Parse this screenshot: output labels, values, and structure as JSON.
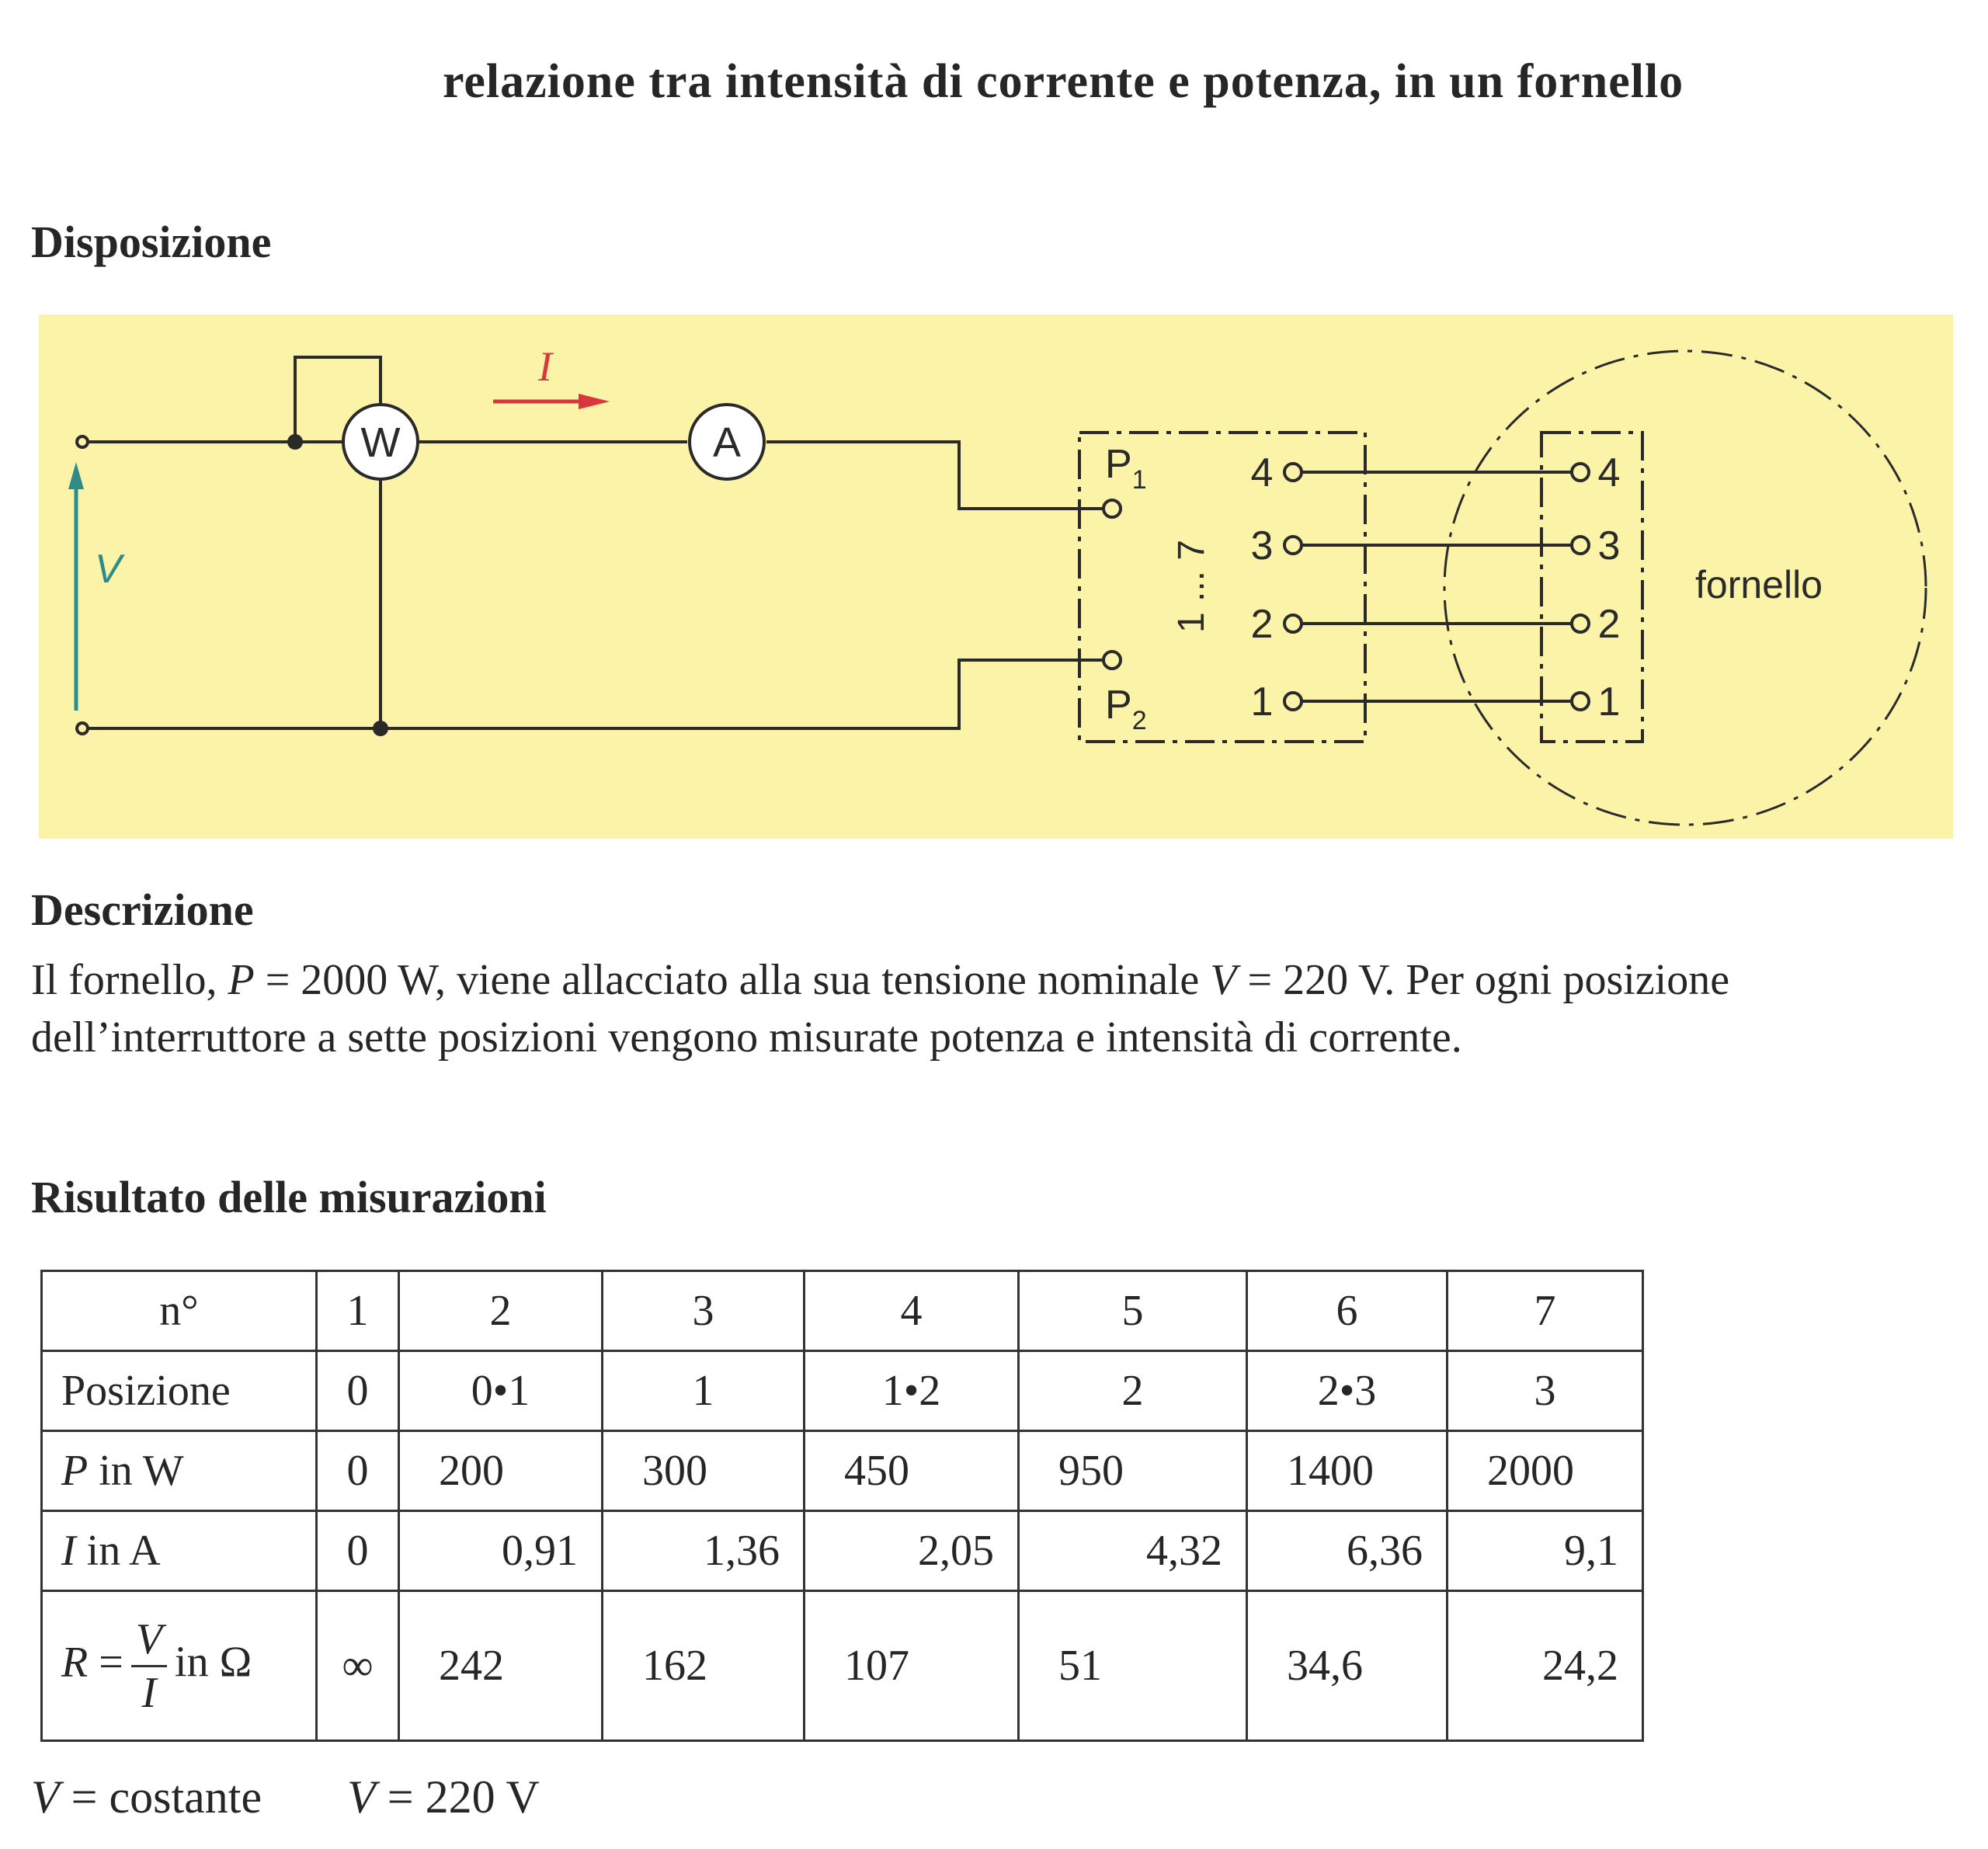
{
  "title": "relazione tra intensità di corrente e potenza, in un fornello",
  "sections": {
    "disposizione": "Disposizione",
    "descrizione": "Descrizione",
    "risultato": "Risultato delle misurazioni"
  },
  "diagram": {
    "label_watt": "W",
    "label_amp": "A",
    "label_current": "I",
    "label_voltage": "V",
    "label_p1": "P",
    "label_p1_sub": "1",
    "label_p2": "P",
    "label_p2_sub": "2",
    "switch_range": "1 ... 7",
    "switch_terminals": [
      "4",
      "3",
      "2",
      "1"
    ],
    "stove_terminals": [
      "4",
      "3",
      "2",
      "1"
    ],
    "stove_label": "fornello",
    "colors": {
      "panel": "#faf3a8",
      "current_arrow": "#d9363e",
      "voltage_arrow": "#2f8a8a"
    }
  },
  "description": {
    "part1": "Il fornello, ",
    "p_symbol": "P",
    "part2": " = 2000 W, viene allacciato alla sua tensione nominale ",
    "v_symbol": "V",
    "part3": " = 220 V. Per ogni posizione dell’interruttore a sette posizioni vengono misurate potenza e intensità di corrente."
  },
  "table": {
    "row_n": {
      "label": "n°",
      "values": [
        "1",
        "2",
        "3",
        "4",
        "5",
        "6",
        "7"
      ]
    },
    "row_pos": {
      "label": "Posizione",
      "values": [
        "0",
        "0•1",
        "1",
        "1•2",
        "2",
        "2•3",
        "3"
      ]
    },
    "row_p": {
      "label_sym": "P",
      "label_rest": " in W",
      "values": [
        "0",
        "200",
        "300",
        "450",
        "950",
        "1400",
        "2000"
      ]
    },
    "row_i": {
      "label_sym": "I",
      "label_rest": " in A",
      "values": [
        "0",
        "0,91",
        "1,36",
        "2,05",
        "4,32",
        "6,36",
        "9,1"
      ]
    },
    "row_r": {
      "label_r": "R",
      "label_eq": " =",
      "frac_num": "V",
      "frac_den": "I",
      "label_rest": "in Ω",
      "values": [
        "∞",
        "242",
        "162",
        "107",
        "51",
        "34,6",
        "24,2"
      ]
    }
  },
  "footnote": {
    "v1": "V",
    "text1": " = costante",
    "v2": "V",
    "text2": " = 220 V"
  }
}
